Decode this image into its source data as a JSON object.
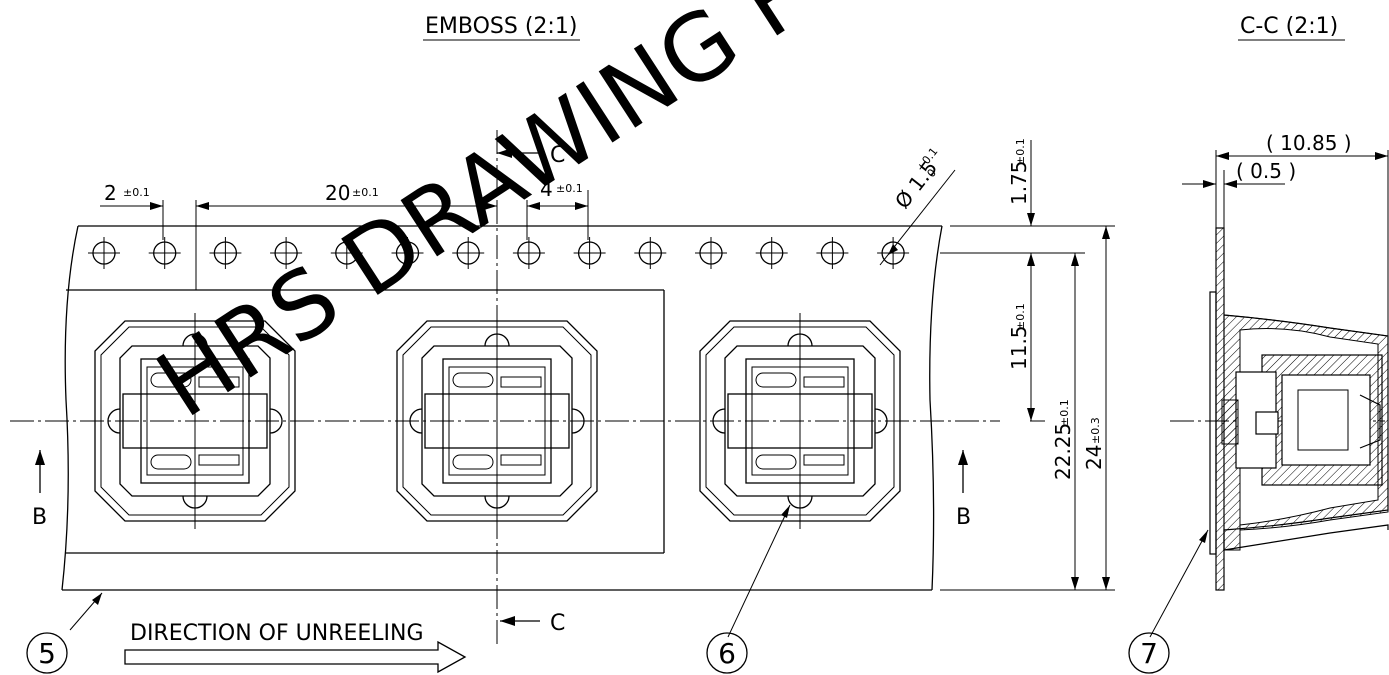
{
  "views": {
    "emboss_title": "EMBOSS (2:1)",
    "section_title": "C-C (2:1)"
  },
  "watermark": "HRS DRAWING FOR",
  "section_marks": {
    "c_top": "C",
    "c_bottom": "C",
    "b_left": "B",
    "b_right": "B"
  },
  "direction_label": "DIRECTION OF UNREELING",
  "balloons": [
    "5",
    "6",
    "7"
  ],
  "dimensions": {
    "hole_offset": {
      "value": "2",
      "tol": "±0.1"
    },
    "pocket_pitch": {
      "value": "20",
      "tol": "±0.1"
    },
    "hole_pitch": {
      "value": "4",
      "tol": "±0.1"
    },
    "hole_dia": {
      "value": "Ø 1.5",
      "tol_upper": "+0.1",
      "tol_lower": "0"
    },
    "edge_to_hole": {
      "value": "1.75",
      "tol": "±0.1"
    },
    "hole_to_center": {
      "value": "11.5",
      "tol": "±0.1"
    },
    "hole_to_edge": {
      "value": "22.25",
      "tol": "±0.1"
    },
    "tape_width": {
      "value": "24",
      "tol": "±0.3"
    },
    "section_depth": {
      "value": "( 10.85 )"
    },
    "section_thickness": {
      "value": "( 0.5 )"
    }
  },
  "colors": {
    "line": "#000000",
    "background": "#ffffff"
  }
}
